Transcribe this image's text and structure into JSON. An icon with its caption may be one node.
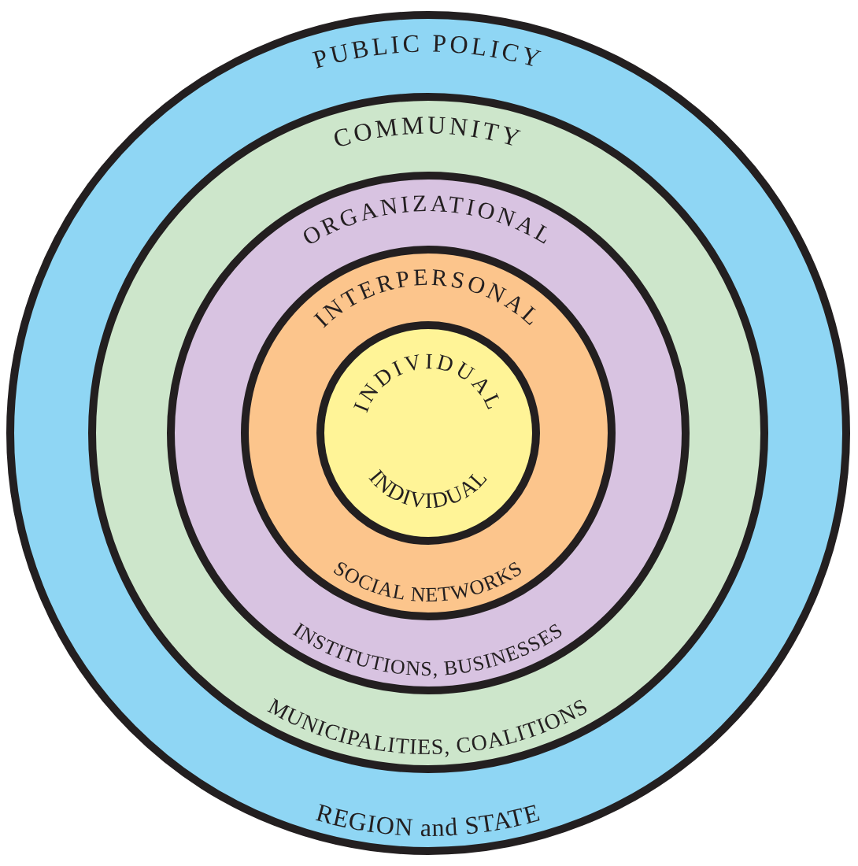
{
  "diagram": {
    "nodes": [
      {
        "text": [
          "PUBLIC POLICY",
          "REGION and STATE"
        ]
      },
      {
        "text": [
          "COMMUNITY",
          "MUNICIPALITIES, COALITIONS"
        ],
        "in": 0
      },
      {
        "text": [
          "ORGANIZATIONAL",
          "INSTITUTIONS, BUSINESSES"
        ],
        "in": 1
      },
      {
        "text": [
          "INTERPERSONAL",
          "SOCIAL NETWORKS"
        ],
        "in": 2
      },
      {
        "text": [
          "INDIVIDUAL",
          "INDIVIDUAL"
        ],
        "in": 3
      }
    ]
  }
}
